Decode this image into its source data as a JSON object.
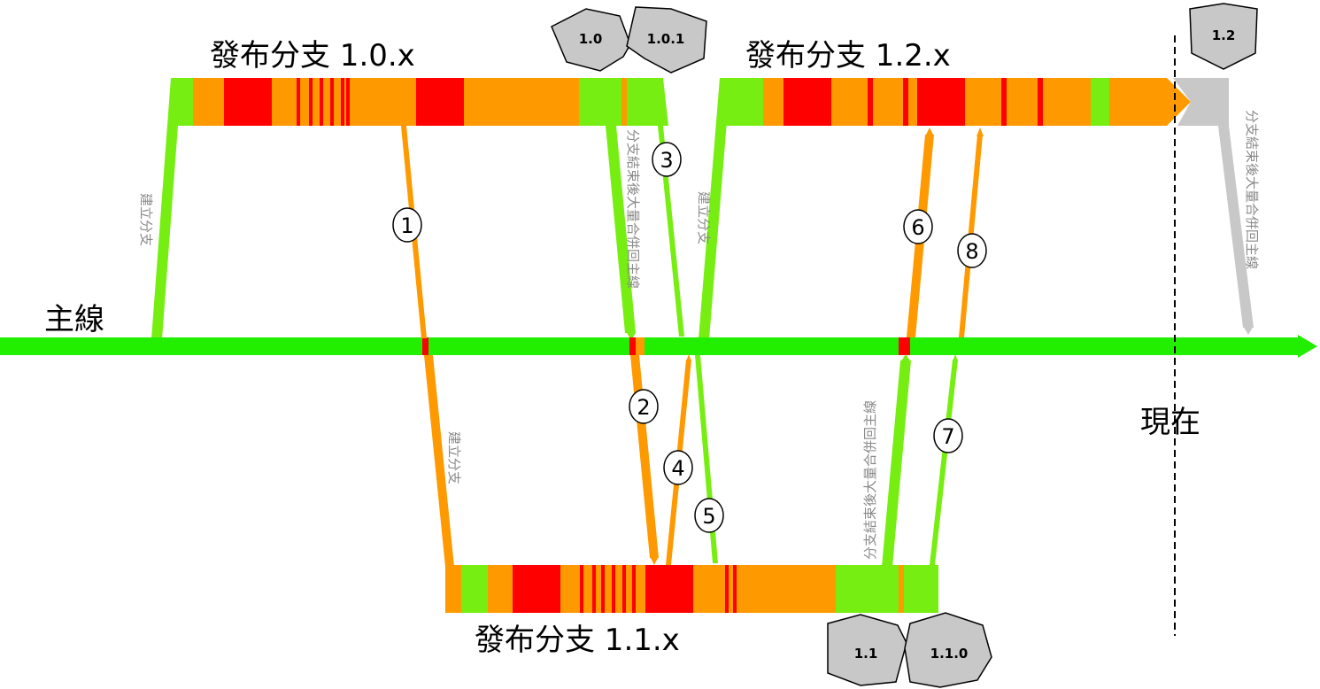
{
  "labels": {
    "mainline": "主線",
    "now": "現在",
    "branch_10": "發布分支 1.0.x",
    "branch_12": "發布分支 1.2.x",
    "branch_11": "發布分支 1.1.x",
    "create_branch": "建立分支",
    "merge_back": "分支結束後大量合併回主線"
  },
  "steps": [
    "1",
    "2",
    "3",
    "4",
    "5",
    "6",
    "7",
    "8"
  ],
  "tags": {
    "t10": "1.0",
    "t101": "1.0.1",
    "t12": "1.2",
    "t11": "1.1",
    "t110": "1.1.0"
  },
  "colors": {
    "green": "#77ee11",
    "bright_green": "#22ee00",
    "orange": "#ff9900",
    "red": "#ff0000",
    "gray": "#c8c8c8",
    "tag_gray": "#c8c8c8"
  }
}
